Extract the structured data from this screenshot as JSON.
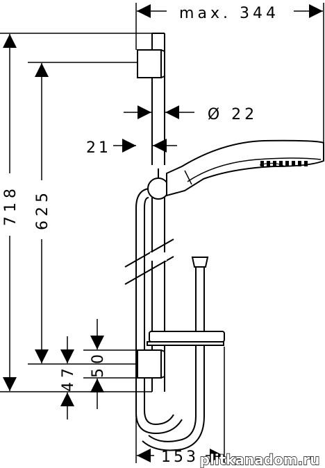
{
  "dimensions": {
    "max_reach": "max. 344",
    "diameter": "Ø 22",
    "offset": "21",
    "total_height": "718",
    "holder_height": "625",
    "lower_gap": "50",
    "bottom_offset": "47",
    "base_width": "153"
  },
  "watermark": "plitkanadom.ru",
  "colors": {
    "line": "#000000",
    "background": "#ffffff"
  }
}
